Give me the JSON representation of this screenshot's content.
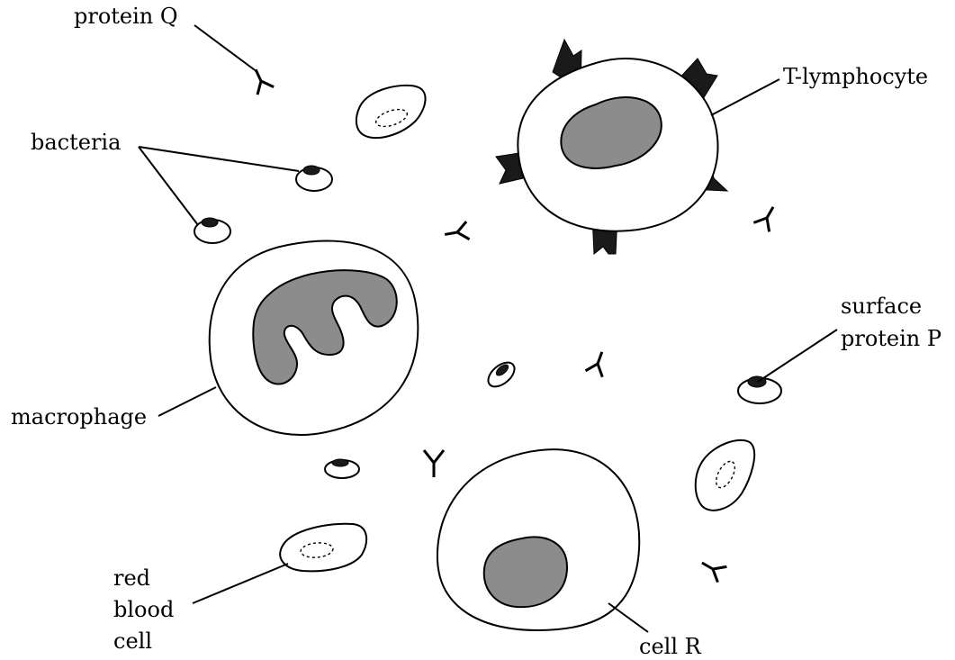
{
  "colors": {
    "line": "#000000",
    "background": "#ffffff",
    "nucleus_fill": "#8c8c8c",
    "receptor_fill": "#1a1a1a"
  },
  "labels": {
    "protein_q": "protein Q",
    "bacteria": "bacteria",
    "t_lymphocyte": "T-lymphocyte",
    "surface_protein_p_line1": "surface",
    "surface_protein_p_line2": "protein P",
    "macrophage": "macrophage",
    "red_blood_cell_line1": "red",
    "red_blood_cell_line2": "blood",
    "red_blood_cell_line3": "cell",
    "cell_r": "cell R"
  },
  "icons": {
    "antibody": "y-shape-icon",
    "bacterium": "rod-bacterium-icon"
  }
}
